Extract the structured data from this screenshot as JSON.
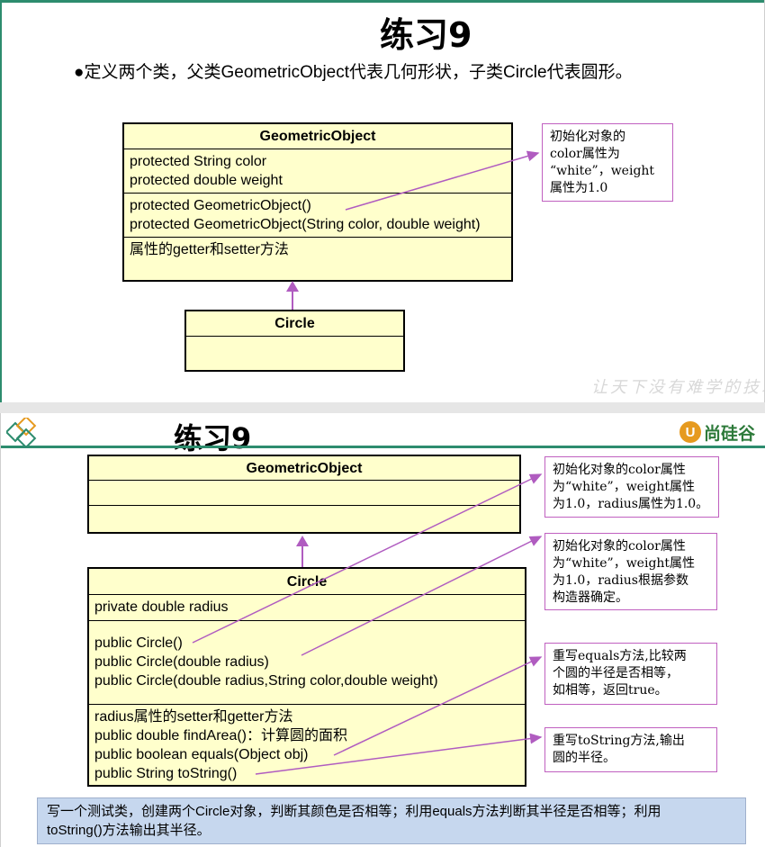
{
  "slide1": {
    "title": "练习9",
    "bullet": "●定义两个类，父类GeometricObject代表几何形状，子类Circle代表圆形。",
    "geometric_object": {
      "name": "GeometricObject",
      "fields": [
        "protected  String  color",
        "protected  double  weight"
      ],
      "constructors": [
        "protected   GeometricObject()",
        "protected   GeometricObject(String color, double weight)"
      ],
      "methods": [
        "属性的getter和setter方法"
      ]
    },
    "circle": {
      "name": "Circle"
    },
    "note": [
      "初始化对象的",
      "color属性为",
      "“white”，weight",
      "属性为1.0"
    ],
    "watermark": "让天下没有难学的技术"
  },
  "slide2": {
    "title": "练习9",
    "brand": {
      "letter": "U",
      "name": "尚硅谷"
    },
    "geometric_object": {
      "name": "GeometricObject"
    },
    "circle": {
      "name": "Circle",
      "fields": [
        "private double radius"
      ],
      "constructors": [
        "public Circle()",
        "public Circle(double radius)",
        "public Circle(double radius,String color,double weight)"
      ],
      "methods": [
        "radius属性的setter和getter方法",
        "public double findArea()：计算圆的面积",
        "public boolean equals(Object obj)",
        "public String toString()"
      ]
    },
    "notes": [
      [
        "初始化对象的color属性",
        "为“white”，weight属性",
        "为1.0，radius属性为1.0。"
      ],
      [
        "初始化对象的color属性",
        "为“white”，weight属性",
        "为1.0，radius根据参数",
        "构造器确定。"
      ],
      [
        "重写equals方法,比较两",
        "个圆的半径是否相等，",
        "如相等，返回true。"
      ],
      [
        "重写toString方法,输出",
        "圆的半径。"
      ]
    ],
    "test_note": [
      "写一个测试类，创建两个Circle对象，判断其颜色是否相等；利用equals方法判断其半径是否相等；利用",
      "toString()方法输出其半径。"
    ],
    "colors": {
      "accent": "#2d8c6e",
      "uml_fill": "#ffffcc",
      "arrow": "#b05cc0",
      "brand_orange": "#e69a1f",
      "brand_green": "#2d7a3a"
    }
  }
}
